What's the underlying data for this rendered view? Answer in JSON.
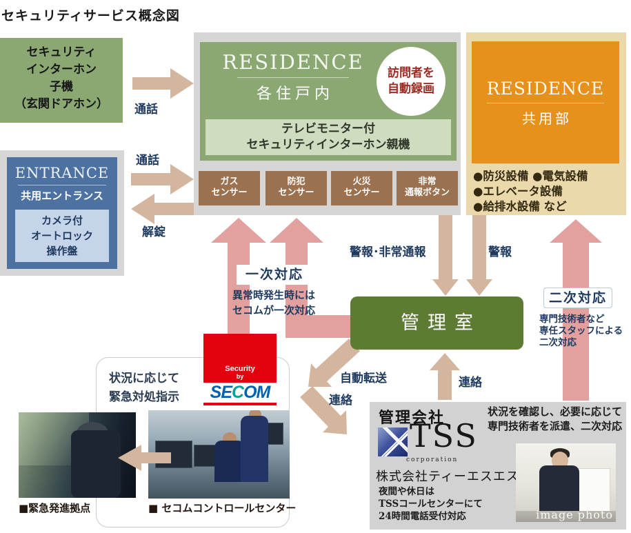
{
  "title": "セキュリティサービス概念図",
  "colors": {
    "pink_arrow": "#e2a09f",
    "beige_arrow": "#d4b69f",
    "green_box": "#8ba873",
    "light_green": "#cfdcc0",
    "olive_green": "#5d7b33",
    "orange": "#e5911c",
    "tan": "#ebd8ab",
    "brown": "#9b7150",
    "entrance_blue": "#4d72a2",
    "light_blue": "#c6d4e9",
    "navy_text": "#1e3a5f",
    "secom_red": "#e3000f",
    "secom_blue": "#0063b1",
    "secom_teal": "#00a39a",
    "dark_red_text": "#9c2b21"
  },
  "intercom_child": {
    "lines": [
      "セキュリティ",
      "インターホン",
      "子機",
      "（玄関ドアホン）"
    ]
  },
  "entrance": {
    "title": "ENTRANCE",
    "subtitle": "共用エントランス",
    "panel_lines": [
      "カメラ付",
      "オートロック",
      "操作盤"
    ]
  },
  "residence_unit": {
    "title": "RESIDENCE",
    "subtitle": "各住戸内",
    "badge_lines": [
      "訪問者を",
      "自動録画"
    ],
    "device_lines": [
      "テレビモニター付",
      "セキュリティインターホン親機"
    ]
  },
  "sensors": [
    {
      "l1": "ガス",
      "l2": "センサー"
    },
    {
      "l1": "防犯",
      "l2": "センサー"
    },
    {
      "l1": "火災",
      "l2": "センサー"
    },
    {
      "l1": "非常",
      "l2": "通報ボタン"
    }
  ],
  "residence_common": {
    "title": "RESIDENCE",
    "subtitle": "共用部",
    "facilities": [
      "●防災設備 ●電気設備",
      "●エレベータ設備",
      "●給排水設備 など"
    ]
  },
  "control_room": "管理室",
  "flow_labels": {
    "call_top": "通話",
    "call_entrance": "通話",
    "unlock": "解錠",
    "alarm_report": "警報･非常通報",
    "alarm": "警報",
    "auto_forward": "自動転送",
    "contact_down": "連絡",
    "contact_up": "連絡"
  },
  "primary_response": {
    "badge": "一次対応",
    "desc_lines": [
      "異常時発生時には",
      "セコムが一次対応"
    ]
  },
  "secondary_response": {
    "badge": "二次対応",
    "desc_lines": [
      "専門技術者など",
      "専任スタッフによる",
      "二次対応"
    ]
  },
  "secom": {
    "security_by_lines": [
      "Security",
      "by"
    ],
    "logo_parts": [
      "SE",
      "C",
      "OM"
    ],
    "instruction_lines": [
      "状況に応じて",
      "緊急対処指示"
    ],
    "photo_captions": [
      "■緊急発進拠点",
      "■ セコムコントロールセンター"
    ]
  },
  "tss": {
    "heading": "管理会社",
    "logo_text": "TSS",
    "logo_sub": "corporation",
    "company": "株式会社ティーエスエス",
    "note_lines": [
      "夜間や休日は",
      "TSSコールセンターにて",
      "24時間電話受付対応"
    ],
    "desc_lines": [
      "状況を確認し、必要に応じて",
      "専門技術者を派遣、二次対応"
    ],
    "photo_watermark": "image photo"
  }
}
